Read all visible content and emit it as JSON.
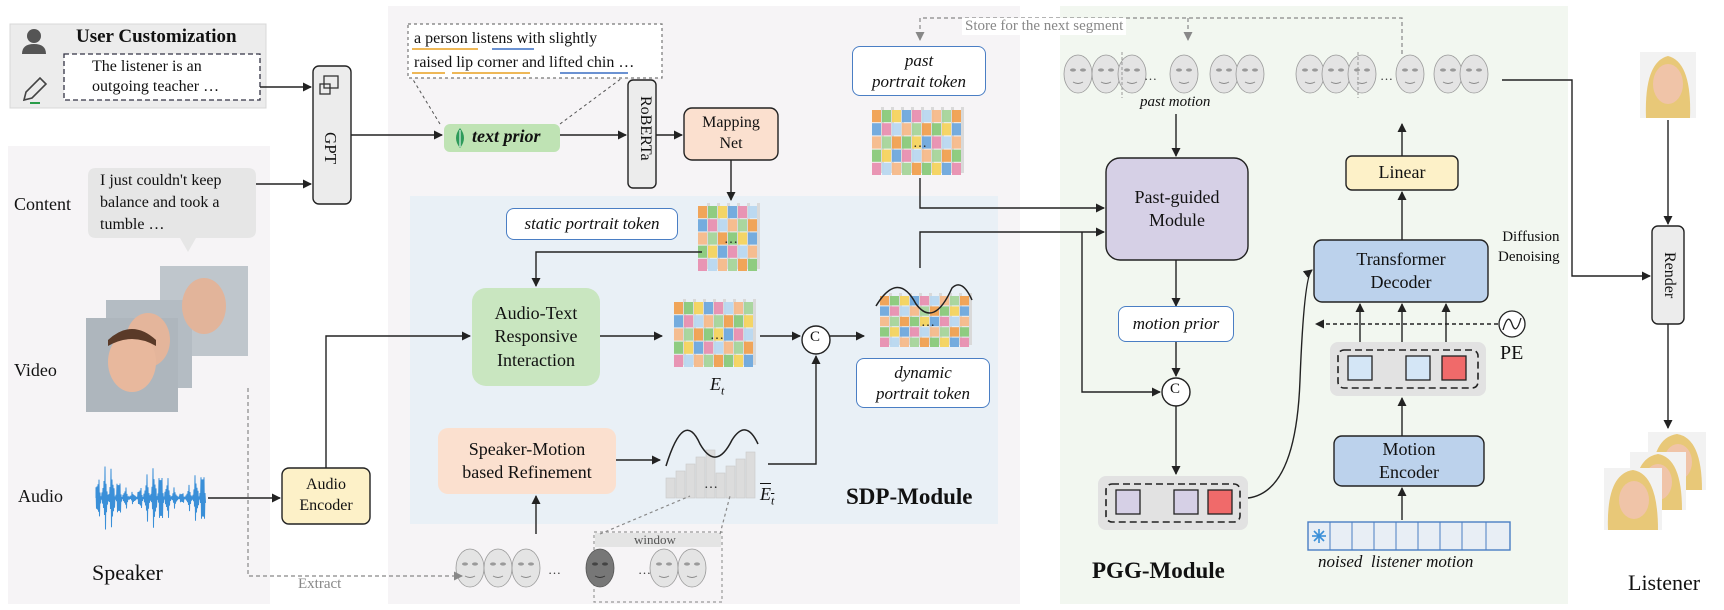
{
  "user_custom": {
    "title": "User Customization",
    "prompt_line1": "The listener is an",
    "prompt_line2": "outgoing teacher …"
  },
  "gpt_label": "GPT",
  "text_prior_caption": {
    "line1": "a person listens with slightly",
    "line2": "raised lip corner and lifted chin …"
  },
  "text_prior": "text prior",
  "roberta": "RoBERTa",
  "mapping_net": {
    "line1": "Mapping",
    "line2": "Net"
  },
  "speaker_inputs": {
    "content": "Content",
    "content_bubble_l1": "I just couldn't keep",
    "content_bubble_l2": "balance and took a",
    "content_bubble_l3": "tumble …",
    "video": "Video",
    "audio": "Audio",
    "speaker": "Speaker",
    "extract": "Extract"
  },
  "audio_encoder": {
    "line1": "Audio",
    "line2": "Encoder"
  },
  "static_token": "static portrait token",
  "ati": {
    "line1": "Audio-Text",
    "line2": "Responsive",
    "line3": "Interaction"
  },
  "smr": {
    "line1": "Speaker-Motion",
    "line2": "based Refinement"
  },
  "et_label": "E",
  "et_sub": "t",
  "et_bar_label": "E",
  "et_bar_sub": "t",
  "concat": "C",
  "past_token": {
    "line1": "past",
    "line2": "portrait token"
  },
  "dynamic_token": {
    "line1": "dynamic",
    "line2": "portrait token"
  },
  "window": "window",
  "sdp_module": "SDP-Module",
  "store_next": "Store for the next segment",
  "past_motion": "past motion",
  "pgm": {
    "line1": "Past-guided",
    "line2": "Module"
  },
  "motion_prior": "motion prior",
  "pgg_module": "PGG-Module",
  "linear": "Linear",
  "transformer": {
    "line1": "Transformer",
    "line2": "Decoder"
  },
  "diffusion": {
    "line1": "Diffusion",
    "line2": "Denoising"
  },
  "pe": "PE",
  "motion_encoder": {
    "line1": "Motion",
    "line2": "Encoder"
  },
  "noised": "noised  listener motion",
  "render": "Render",
  "listener": "Listener",
  "colors": {
    "blue_border": "#4a7ec4",
    "green_box": "#c9e6c0",
    "peach_box": "#fbe0cf",
    "yellow_box": "#fdf1c8",
    "lavender": "#d6d0e6",
    "light_blue": "#bcd2ec",
    "grey_panel": "#f5f3f5",
    "green_panel": "#f3f8f1",
    "blue_panel": "#e8eff6",
    "red": "#f06a6a"
  }
}
